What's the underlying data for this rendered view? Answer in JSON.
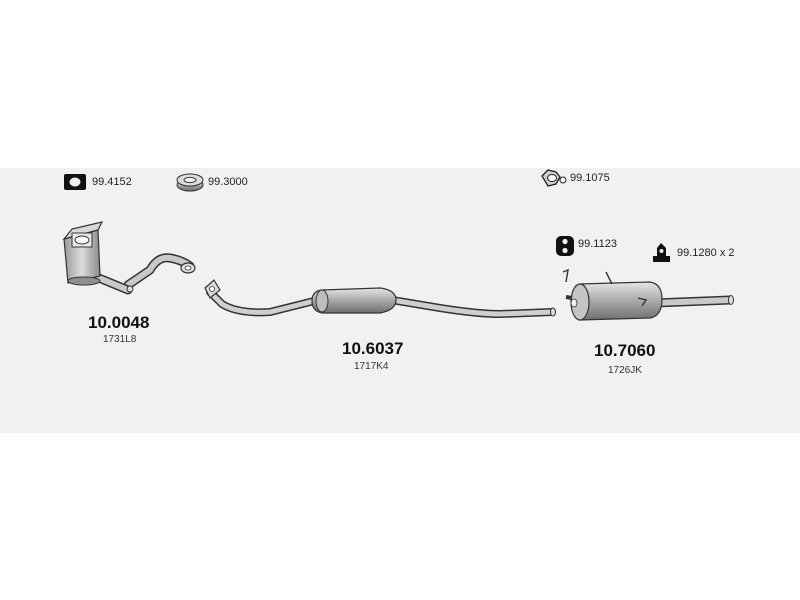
{
  "accessories": [
    {
      "code": "99.4152",
      "icon": "clamp-ring-icon"
    },
    {
      "code": "99.3000",
      "icon": "gasket-ring-icon"
    },
    {
      "code": "99.1075",
      "icon": "rubber-hanger-icon"
    },
    {
      "code": "99.1123",
      "icon": "mounting-rubber-icon"
    },
    {
      "code": "99.1280 x 2",
      "icon": "bracket-hanger-icon"
    }
  ],
  "parts": [
    {
      "number": "10.0048",
      "oe": "1731L8",
      "name": "catalytic-converter-front-pipe"
    },
    {
      "number": "10.6037",
      "oe": "1717K4",
      "name": "centre-silencer-pipe"
    },
    {
      "number": "10.7060",
      "oe": "1726JK",
      "name": "rear-silencer"
    }
  ],
  "colors": {
    "stroke": "#333333",
    "fill": "#bdbdbd",
    "background": "#f1f1f1"
  }
}
